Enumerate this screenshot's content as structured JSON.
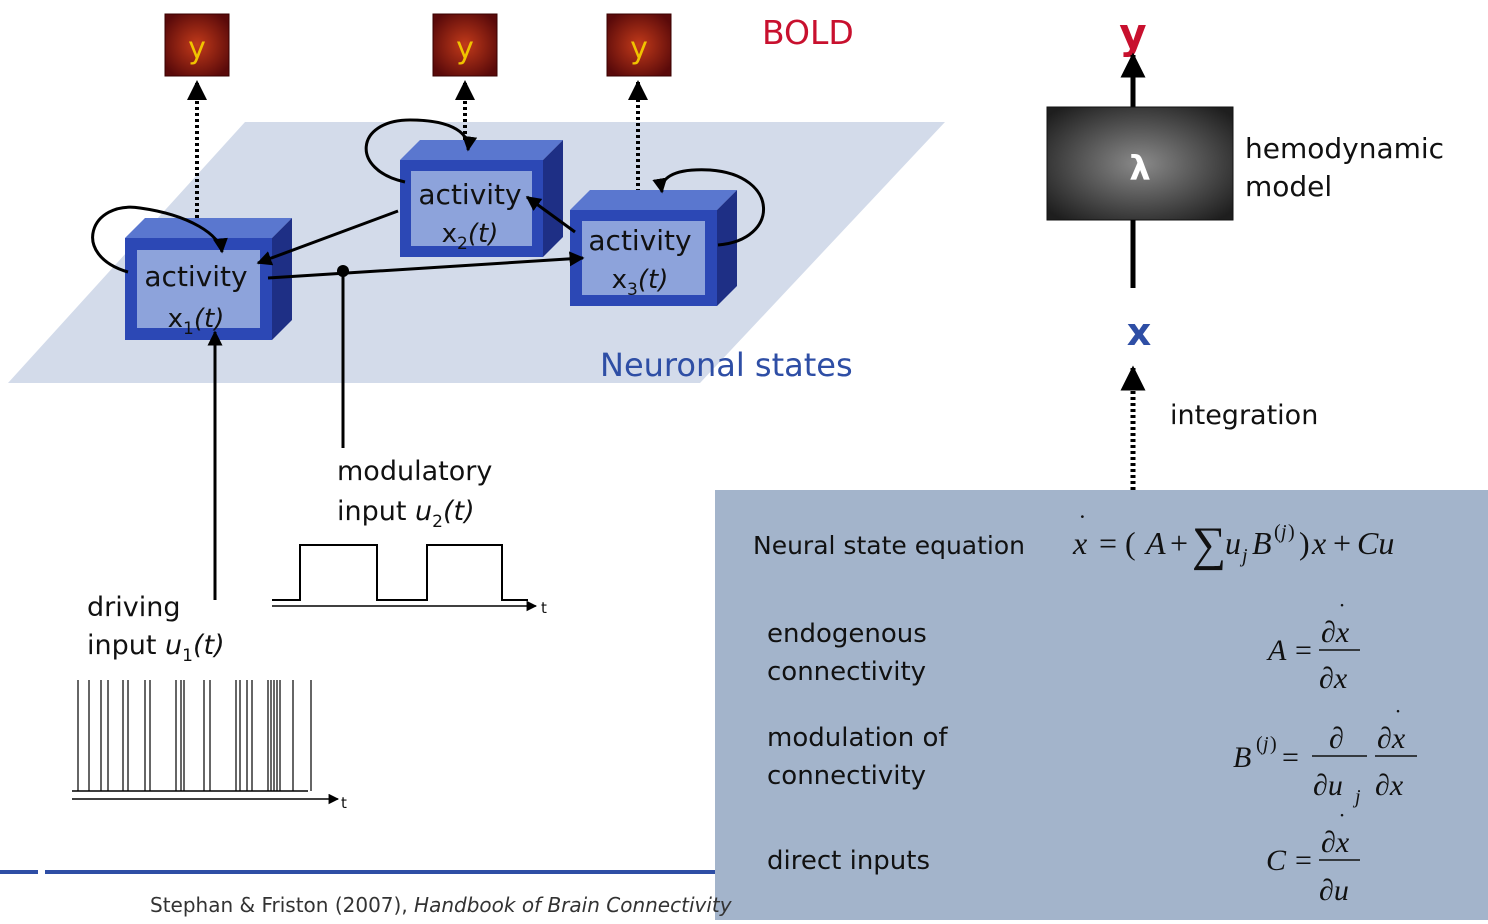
{
  "bold_label": "BOLD",
  "y_symbol": "y",
  "regions": [
    {
      "activity": "activity",
      "state": "x",
      "sub": "1",
      "arg": "(t)"
    },
    {
      "activity": "activity",
      "state": "x",
      "sub": "2",
      "arg": "(t)"
    },
    {
      "activity": "activity",
      "state": "x",
      "sub": "3",
      "arg": "(t)"
    }
  ],
  "neuronal_states": "Neuronal states",
  "modulatory": {
    "line1": "modulatory",
    "line2_prefix": "input ",
    "u": "u",
    "sub": "2",
    "arg": "(t)"
  },
  "driving": {
    "line1": "driving",
    "line2_prefix": "input ",
    "u": "u",
    "sub": "1",
    "arg": "(t)"
  },
  "t_axis_label": "t",
  "right_model": {
    "output": "y",
    "lambda": "λ",
    "label_line1": "hemodynamic",
    "label_line2": "model",
    "state": "x",
    "integration": "integration"
  },
  "equations": {
    "title": "Neural state equation",
    "rows": [
      {
        "line1": "endogenous",
        "line2": "connectivity"
      },
      {
        "line1": "modulation of",
        "line2": "connectivity"
      },
      {
        "line1": "direct inputs",
        "line2": ""
      }
    ]
  },
  "footer": {
    "authors": "Stephan & Friston (2007), ",
    "book": "Handbook of Brain Connectivity"
  },
  "colors": {
    "bold_red": "#c8102e",
    "state_blue": "#2e4ea5",
    "box_blue": "#2a44b0",
    "plane": "#d3dbea",
    "panel": "#a3b4cb"
  }
}
